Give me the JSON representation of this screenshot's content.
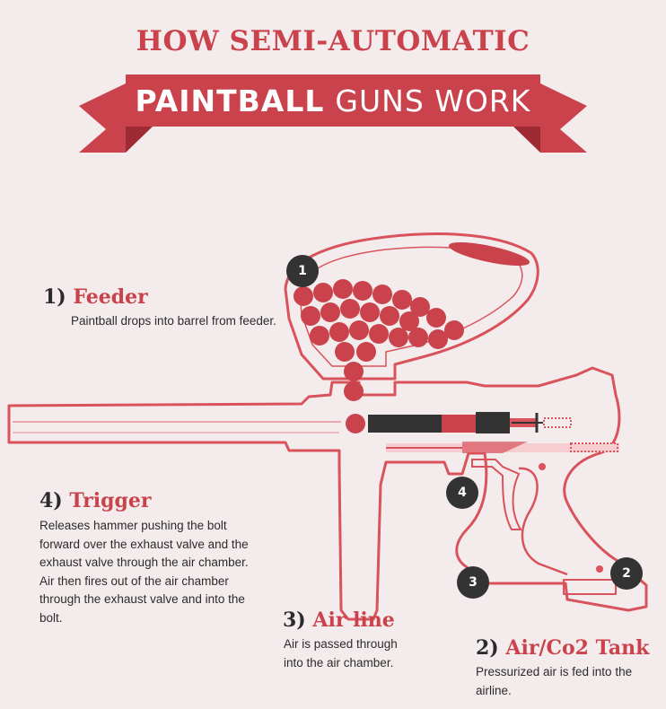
{
  "header": {
    "title_line1": "HOW SEMI-AUTOMATIC",
    "title_word1": "PAINTBALL",
    "title_word2": "GUNS WORK"
  },
  "colors": {
    "accent": "#c9424c",
    "banner_dark": "#9e2a33",
    "background": "#f4ecec",
    "text": "#2b2b2b",
    "badge": "#333333"
  },
  "labels": [
    {
      "id": "feeder",
      "number": "1)",
      "title": "Feeder",
      "description": "Paintball drops into barrel from feeder."
    },
    {
      "id": "air-tank",
      "number": "2)",
      "title": "Air/Co2 Tank",
      "description": "Pressurized air is fed into the airline."
    },
    {
      "id": "air-line",
      "number": "3)",
      "title": "Air line",
      "description": "Air is passed through into the air chamber."
    },
    {
      "id": "trigger",
      "number": "4)",
      "title": "Trigger",
      "description": "Releases hammer pushing the bolt forward over the exhaust valve and the exhaust valve through the air chamber. Air then fires out of the air chamber through the exhaust valve and into the bolt."
    }
  ],
  "badges": [
    "1",
    "2",
    "3",
    "4"
  ]
}
